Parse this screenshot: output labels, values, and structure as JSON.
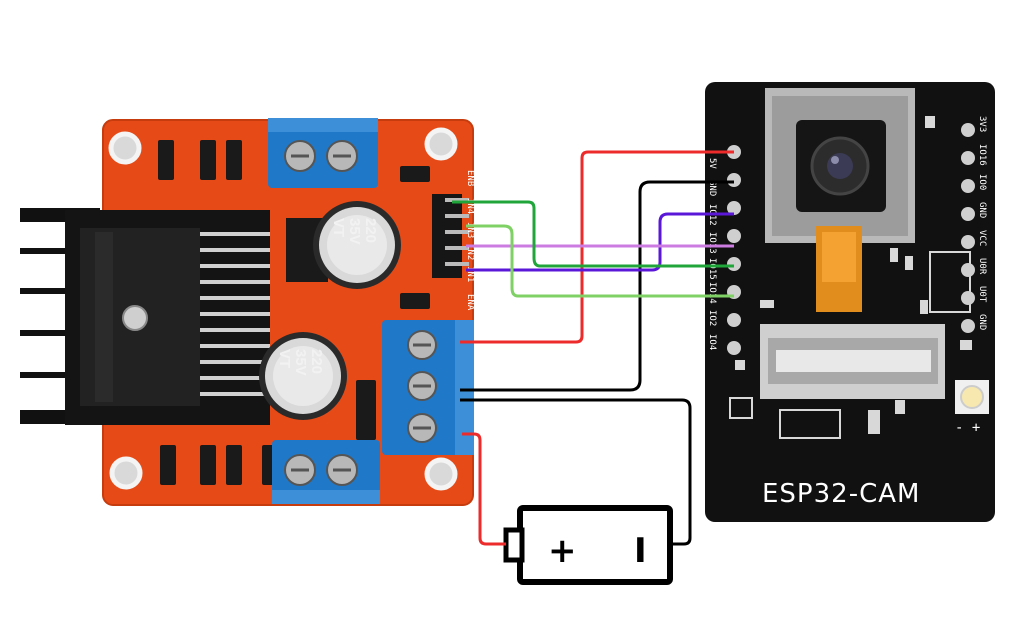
{
  "driver": {
    "capacitor_1": {
      "value": "220",
      "voltage": "35V",
      "code": "VT"
    },
    "capacitor_2": {
      "value": "220",
      "voltage": "35V",
      "code": "VT"
    },
    "header_labels": [
      "ENB",
      "IN4",
      "IN3",
      "IN2",
      "IN1",
      "ENA"
    ]
  },
  "esp32": {
    "title": "ESP32-CAM",
    "pins_left": [
      "5V",
      "GND",
      "IO12",
      "IO13",
      "IO15",
      "IO14",
      "IO2",
      "IO4"
    ],
    "pins_right": [
      "3V3",
      "IO16",
      "IO0",
      "GND",
      "VCC",
      "U0R",
      "U0T",
      "GND"
    ],
    "led_polarity": "- +"
  },
  "battery": {
    "plus": "+",
    "minus": "I"
  },
  "wires": [
    {
      "name": "5V",
      "color": "#ee2b2b"
    },
    {
      "name": "GND",
      "color": "#000000"
    },
    {
      "name": "IO12",
      "color": "#5a17d8"
    },
    {
      "name": "IO13",
      "color": "#cc7be0"
    },
    {
      "name": "IO15",
      "color": "#1fa53a"
    },
    {
      "name": "IO14",
      "color": "#7fd166"
    },
    {
      "name": "battery-plus",
      "color": "#ee2b2b"
    },
    {
      "name": "battery-minus",
      "color": "#000000"
    }
  ],
  "colors": {
    "driver_board": "#e64b17",
    "terminal_blue": "#1f78c8",
    "esp_board": "#111111",
    "heatsink": "#111111"
  }
}
